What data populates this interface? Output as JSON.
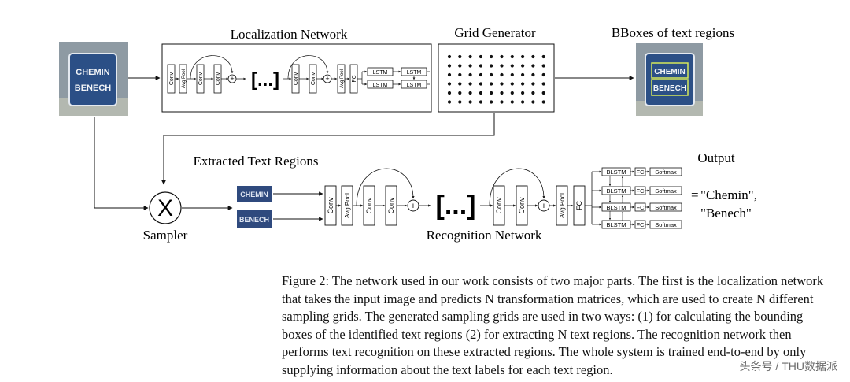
{
  "labels": {
    "localization_network": "Localization Network",
    "grid_generator": "Grid Generator",
    "bboxes": "BBoxes of text regions",
    "extracted_text_regions": "Extracted Text Regions",
    "output": "Output",
    "sampler": "Sampler",
    "recognition_network": "Recognition Network",
    "sampler_symbol": "X",
    "ellipsis": "[...]"
  },
  "localization_blocks": {
    "conv": "Conv",
    "avg_pool": "Avg Pool",
    "fc": "FC",
    "lstm": "LSTM"
  },
  "recognition_blocks": {
    "conv": "Conv",
    "avg_pool": "Avg Pool",
    "fc": "FC",
    "blstm": "BLSTM",
    "softmax": "Softmax"
  },
  "sign": {
    "line1": "CHEMIN",
    "line2": "BENECH"
  },
  "crops": [
    "CHEMIN",
    "BENECH"
  ],
  "output_text": {
    "equals": "=",
    "word1": "\"Chemin\",",
    "word2": "\"Benech\""
  },
  "caption": "Figure 2: The network used in our work consists of two major parts. The first is the localization network that takes the input image and predicts N transformation matrices, which are used to create N different sampling grids. The generated sampling grids are used in two ways: (1) for calculating the bounding boxes of the identified text regions (2) for extracting N text regions. The recognition network then performs text recognition on these extracted regions. The whole system is trained end-to-end by only supplying information about the text labels for each text region.",
  "watermark": "头条号 / THU数据派",
  "colors": {
    "sign_blue": "#2b4f86",
    "crop_blue": "#2f4a7e",
    "bbox_highlight": "#d6e85a"
  }
}
